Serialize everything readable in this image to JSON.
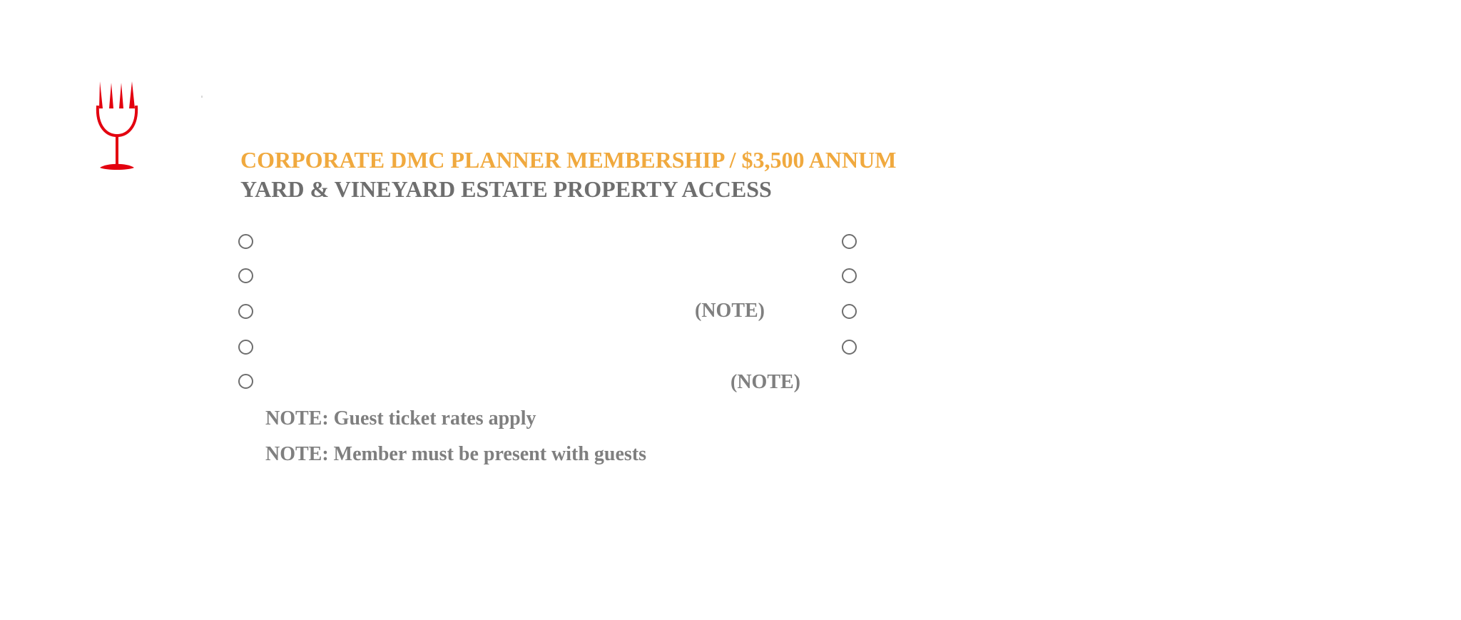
{
  "header": {
    "logo_icon": "fork-wine-glass-icon",
    "title": "CORPORATE DMC PLANNER MEMBERSHIP / $3,500 ANNUM",
    "subtitle": "YARD & VINEYARD ESTATE PROPERTY ACCESS",
    "title_color": "#f0a93e",
    "subtitle_color": "#6e6e6e",
    "logo_color": "#e3000f"
  },
  "options": {
    "note_label_row3": "(NOTE)",
    "note_label_row5": "(NOTE)"
  },
  "notes": [
    "NOTE: Guest ticket rates apply",
    "NOTE: Member must be present with guests"
  ]
}
